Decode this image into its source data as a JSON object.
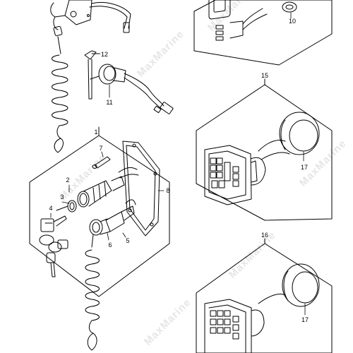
{
  "watermark": "MaxMarine",
  "callouts": {
    "c1": "1",
    "c2": "2",
    "c3": "3",
    "c4": "4",
    "c5": "5",
    "c6": "6",
    "c7": "7",
    "c8": "8",
    "c10": "10",
    "c11": "11",
    "c12": "12",
    "c15": "15",
    "c16": "16",
    "c17a": "17",
    "c17b": "17"
  },
  "colors": {
    "line": "#000000",
    "background": "#ffffff",
    "watermark": "#e6e6e6"
  }
}
